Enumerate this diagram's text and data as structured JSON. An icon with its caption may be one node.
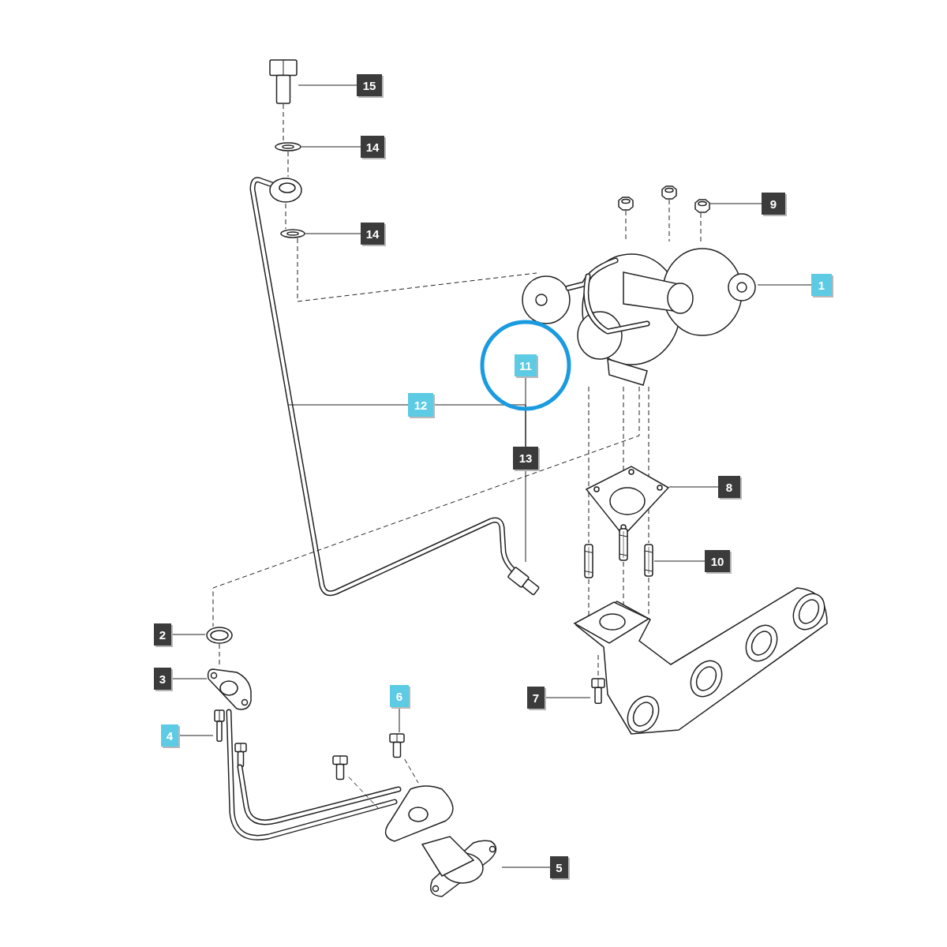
{
  "diagram": {
    "nodes": [
      {
        "text": [
          "15"
        ]
      },
      {
        "text": [],
        "shape": "picture"
      },
      {
        "text": [
          "14"
        ]
      },
      {
        "text": [],
        "shape": "picture"
      },
      {
        "text": [],
        "shape": "picture"
      },
      {
        "text": [
          "14"
        ]
      },
      {
        "text": [],
        "shape": "picture"
      },
      {
        "text": [
          "9"
        ]
      },
      {
        "text": [],
        "shape": "picture"
      },
      {
        "text": [
          "1"
        ]
      },
      {
        "text": [],
        "shape": "picture"
      },
      {
        "text": [
          "11"
        ]
      },
      {
        "text": [
          "12"
        ]
      },
      {
        "text": [
          "13"
        ]
      },
      {
        "text": [],
        "shape": "picture"
      },
      {
        "text": [
          "8"
        ]
      },
      {
        "text": [],
        "shape": "picture"
      },
      {
        "text": [
          "10"
        ]
      },
      {
        "text": [],
        "shape": "picture"
      },
      {
        "text": [
          "2"
        ]
      },
      {
        "text": [],
        "shape": "picture"
      },
      {
        "text": [
          "3"
        ]
      },
      {
        "text": [],
        "shape": "picture"
      },
      {
        "text": [
          "4"
        ]
      },
      {
        "text": [],
        "shape": "picture"
      },
      {
        "text": [
          "6"
        ]
      },
      {
        "text": [],
        "shape": "picture"
      },
      {
        "text": [
          "7"
        ]
      },
      {
        "text": [],
        "shape": "picture"
      },
      {
        "text": [
          "5"
        ]
      },
      {
        "text": [],
        "shape": "picture"
      },
      {
        "text": [],
        "shape": "picture"
      },
      {
        "text": [],
        "shape": "picture"
      },
      {
        "text": [],
        "shape": "picture"
      },
      {
        "text": [],
        "shape": "picture"
      },
      {
        "text": [],
        "shape": "picture"
      },
      {
        "text": [],
        "shape": "picture"
      },
      {
        "text": [],
        "shape": "picture"
      }
    ],
    "edges": [
      {
        "from": 0,
        "to": 1,
        "arrow": "none"
      },
      {
        "from": 2,
        "to": 3,
        "arrow": "none"
      },
      {
        "from": 5,
        "to": 6,
        "arrow": "none"
      },
      {
        "from": 7,
        "to": 8,
        "arrow": "none"
      },
      {
        "from": 9,
        "to": 10,
        "arrow": "none"
      },
      {
        "from": 12,
        "to": null,
        "arrow": "none"
      },
      {
        "from": 11,
        "to": 13,
        "arrow": "none"
      },
      {
        "from": 12,
        "to": 13,
        "arrow": "none"
      },
      {
        "from": 13,
        "to": 14,
        "arrow": "none"
      },
      {
        "from": 15,
        "to": 16,
        "arrow": "none"
      },
      {
        "from": 17,
        "to": 18,
        "arrow": "none"
      },
      {
        "from": 19,
        "to": 20,
        "arrow": "none"
      },
      {
        "from": 21,
        "to": 22,
        "arrow": "none"
      },
      {
        "from": 23,
        "to": 24,
        "arrow": "none"
      },
      {
        "from": 25,
        "to": 26,
        "arrow": "none"
      },
      {
        "from": 27,
        "to": 28,
        "arrow": "none"
      },
      {
        "from": 29,
        "to": 30,
        "arrow": "none"
      },
      {
        "from": 1,
        "to": 3,
        "arrow": "none",
        "style": "dashed"
      },
      {
        "from": 3,
        "to": 4,
        "arrow": "none",
        "style": "dashed"
      },
      {
        "from": 4,
        "to": 6,
        "arrow": "none",
        "style": "dashed"
      },
      {
        "from": 6,
        "to": 10,
        "arrow": "none",
        "style": "dashed"
      },
      {
        "from": 10,
        "to": 20,
        "arrow": "none",
        "style": "dashed"
      },
      {
        "from": 20,
        "to": 22,
        "arrow": "none",
        "style": "dashed"
      },
      {
        "from": 31,
        "to": 10,
        "arrow": "none",
        "style": "dashed"
      },
      {
        "from": 32,
        "to": 10,
        "arrow": "none",
        "style": "dashed"
      },
      {
        "from": 8,
        "to": 10,
        "arrow": "none",
        "style": "dashed"
      },
      {
        "from": 10,
        "to": 16,
        "arrow": "none",
        "style": "dashed"
      },
      {
        "from": 10,
        "to": 16,
        "arrow": "none",
        "style": "dashed"
      },
      {
        "from": 10,
        "to": 16,
        "arrow": "none",
        "style": "dashed"
      },
      {
        "from": 33,
        "to": 35,
        "arrow": "none",
        "style": "dashed"
      },
      {
        "from": 34,
        "to": 35,
        "arrow": "none",
        "style": "dashed"
      },
      {
        "from": 18,
        "to": 35,
        "arrow": "none",
        "style": "dashed"
      },
      {
        "from": 35,
        "to": 28,
        "arrow": "none",
        "style": "dashed"
      },
      {
        "from": 26,
        "to": 36,
        "arrow": "none",
        "style": "dashed"
      },
      {
        "from": 37,
        "to": 36,
        "arrow": "none",
        "style": "dashed"
      },
      {
        "from": 16,
        "to": 33,
        "arrow": "none",
        "style": "dashed"
      },
      {
        "from": 16,
        "to": 34,
        "arrow": "none",
        "style": "dashed"
      },
      {
        "from": 16,
        "to": 18,
        "arrow": "none",
        "style": "dashed"
      }
    ]
  }
}
